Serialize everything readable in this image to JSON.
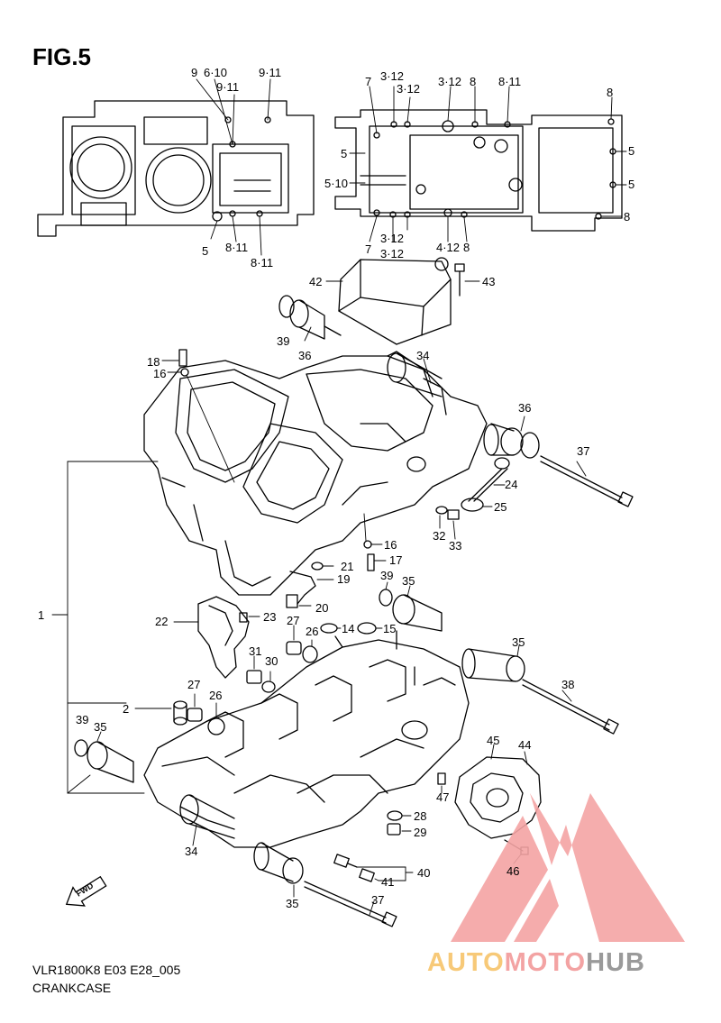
{
  "figure": {
    "title": "FIG.5",
    "code": "VLR1800K8 E03 E28_005",
    "name": "CRANKCASE"
  },
  "callouts": [
    {
      "id": "top-9",
      "text": "9"
    },
    {
      "id": "top-6-10",
      "text": "6·10"
    },
    {
      "id": "top-9-11-a",
      "text": "9·11"
    },
    {
      "id": "top-9-11-b",
      "text": "9·11"
    },
    {
      "id": "top-5-left",
      "text": "5"
    },
    {
      "id": "top-8-11-a",
      "text": "8·11"
    },
    {
      "id": "top-8-11-b",
      "text": "8·11"
    },
    {
      "id": "top-7-a",
      "text": "7"
    },
    {
      "id": "top-3-12-a",
      "text": "3·12"
    },
    {
      "id": "top-3-12-b",
      "text": "3·12"
    },
    {
      "id": "top-3-12-c",
      "text": "3·12"
    },
    {
      "id": "top-8-a",
      "text": "8"
    },
    {
      "id": "top-8-11-c",
      "text": "8·11"
    },
    {
      "id": "top-8-b",
      "text": "8"
    },
    {
      "id": "top-5-a",
      "text": "5"
    },
    {
      "id": "top-5-10",
      "text": "5·10"
    },
    {
      "id": "top-5-b",
      "text": "5"
    },
    {
      "id": "top-5-c",
      "text": "5"
    },
    {
      "id": "top-8-c",
      "text": "8"
    },
    {
      "id": "top-7-b",
      "text": "7"
    },
    {
      "id": "top-3-12-d",
      "text": "3·12"
    },
    {
      "id": "top-3-12-e",
      "text": "3·12"
    },
    {
      "id": "top-4-12",
      "text": "4·12"
    },
    {
      "id": "top-8-d",
      "text": "8"
    },
    {
      "id": "p42",
      "text": "42"
    },
    {
      "id": "p43",
      "text": "43"
    },
    {
      "id": "p39-a",
      "text": "39"
    },
    {
      "id": "p36-a",
      "text": "36"
    },
    {
      "id": "p34-a",
      "text": "34"
    },
    {
      "id": "p18",
      "text": "18"
    },
    {
      "id": "p16-a",
      "text": "16"
    },
    {
      "id": "p36-b",
      "text": "36"
    },
    {
      "id": "p37-a",
      "text": "37"
    },
    {
      "id": "p24",
      "text": "24"
    },
    {
      "id": "p25",
      "text": "25"
    },
    {
      "id": "p32",
      "text": "32"
    },
    {
      "id": "p33",
      "text": "33"
    },
    {
      "id": "p16-b",
      "text": "16"
    },
    {
      "id": "p17",
      "text": "17"
    },
    {
      "id": "p21",
      "text": "21"
    },
    {
      "id": "p19",
      "text": "19"
    },
    {
      "id": "p39-b",
      "text": "39"
    },
    {
      "id": "p35-a",
      "text": "35"
    },
    {
      "id": "p20",
      "text": "20"
    },
    {
      "id": "p1",
      "text": "1"
    },
    {
      "id": "p22",
      "text": "22"
    },
    {
      "id": "p23",
      "text": "23"
    },
    {
      "id": "p27-a",
      "text": "27"
    },
    {
      "id": "p26-a",
      "text": "26"
    },
    {
      "id": "p14",
      "text": "14"
    },
    {
      "id": "p15",
      "text": "15"
    },
    {
      "id": "p35-b",
      "text": "35"
    },
    {
      "id": "p31",
      "text": "31"
    },
    {
      "id": "p30",
      "text": "30"
    },
    {
      "id": "p38",
      "text": "38"
    },
    {
      "id": "p27-b",
      "text": "27"
    },
    {
      "id": "p26-b",
      "text": "26"
    },
    {
      "id": "p2",
      "text": "2"
    },
    {
      "id": "p39-c",
      "text": "39"
    },
    {
      "id": "p35-c",
      "text": "35"
    },
    {
      "id": "p45",
      "text": "45"
    },
    {
      "id": "p44",
      "text": "44"
    },
    {
      "id": "p47",
      "text": "47"
    },
    {
      "id": "p28",
      "text": "28"
    },
    {
      "id": "p29",
      "text": "29"
    },
    {
      "id": "p34-b",
      "text": "34"
    },
    {
      "id": "p46",
      "text": "46"
    },
    {
      "id": "p40",
      "text": "40"
    },
    {
      "id": "p41",
      "text": "41"
    },
    {
      "id": "p35-d",
      "text": "35"
    },
    {
      "id": "p37-b",
      "text": "37"
    }
  ],
  "fwd_label": "FWD",
  "watermark": {
    "part1": "AUTO",
    "part2": "MOTO",
    "part3": "HUB",
    "colors": {
      "auto": "#f7c978",
      "moto": "#f3a3a3",
      "hub": "#9a9a9a",
      "logo": "#f4a4a4"
    }
  }
}
